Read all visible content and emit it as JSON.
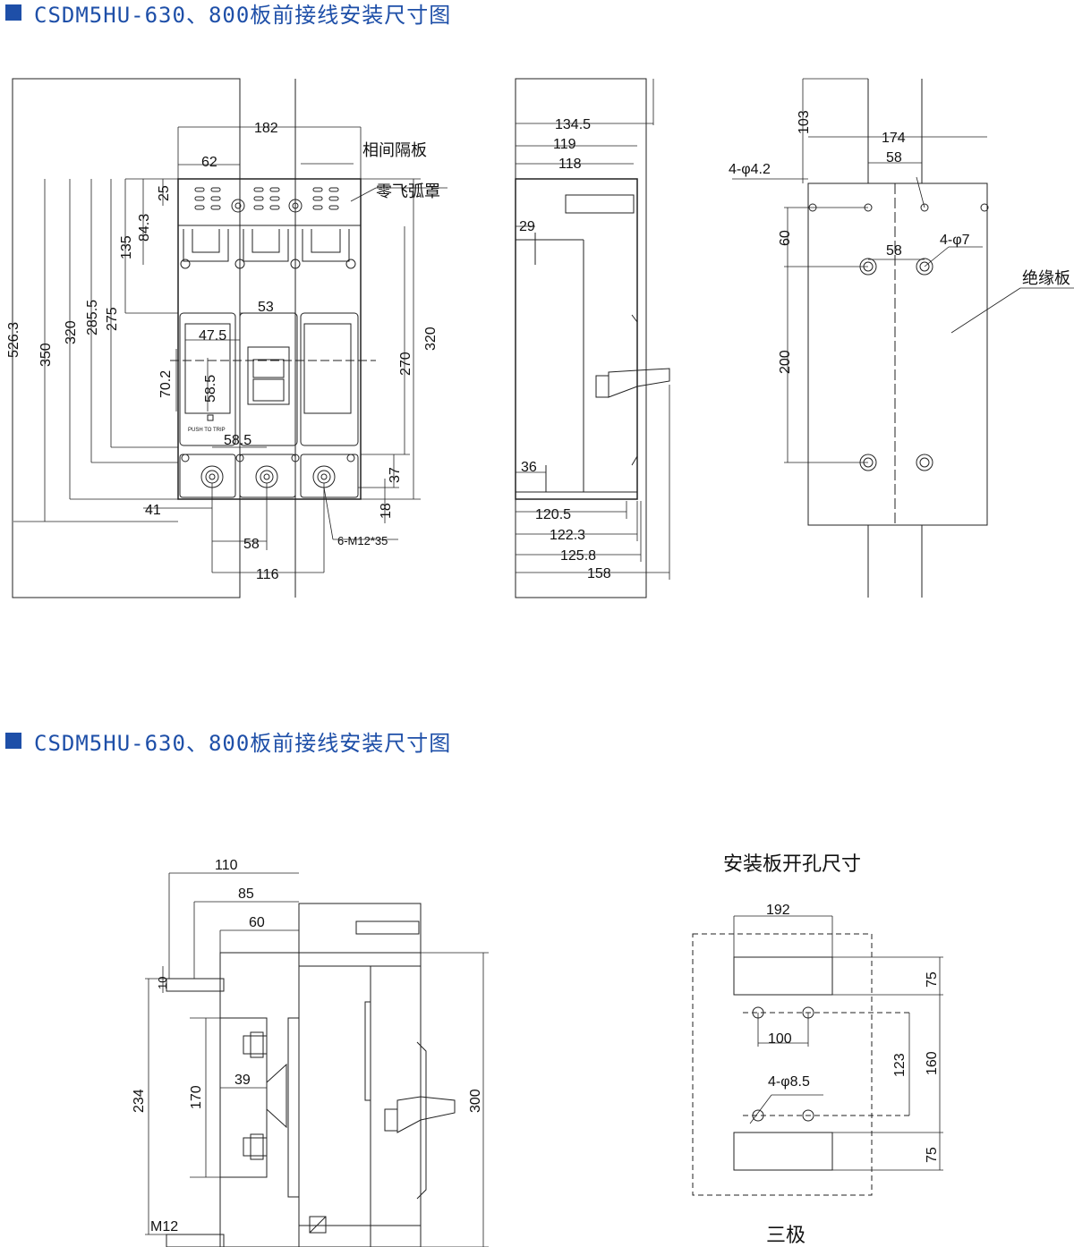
{
  "title_top": "CSDM5HU-630、800板前接线安装尺寸图",
  "title_bottom": "CSDM5HU-630、800板前接线安装尺寸图",
  "accent_color": "#1e4fa8",
  "front_view": {
    "dims": {
      "w182": "182",
      "w62": "62",
      "d25": "25",
      "d84_3": "84.3",
      "d135": "135",
      "h526_3": "526.3",
      "h350": "350",
      "h320": "320",
      "h285_5": "285.5",
      "h275": "275",
      "w53": "53",
      "w47_5": "47.5",
      "h70_2": "70.2",
      "h58_5": "58.5",
      "w58_5": "58.5",
      "h270": "270",
      "h320r": "320",
      "d37": "37",
      "d18": "18",
      "w41": "41",
      "w58": "58",
      "w116": "116"
    },
    "labels": {
      "barrier": "相间隔板",
      "arc_cover": "零飞弧罩",
      "bolt": "6-M12*35",
      "push": "PUSH TO TRIP"
    }
  },
  "side_view": {
    "dims": {
      "d134_5": "134.5",
      "d119": "119",
      "d118": "118",
      "d29": "29",
      "d36": "36",
      "d120_5": "120.5",
      "d122_3": "122.3",
      "d125_8": "125.8",
      "d158": "158"
    }
  },
  "plate_view": {
    "dims": {
      "d103": "103",
      "d174": "174",
      "d58a": "58",
      "hole4_2": "4-φ4.2",
      "d60": "60",
      "d58b": "58",
      "hole7": "4-φ7",
      "d200": "200"
    },
    "labels": {
      "insulation": "绝缘板"
    }
  },
  "rear_view": {
    "dims": {
      "d110": "110",
      "d85": "85",
      "d60": "60",
      "d10": "10",
      "d234": "234",
      "d170": "170",
      "d39": "39",
      "d300": "300",
      "m12": "M12"
    }
  },
  "cutout": {
    "title": "安装板开孔尺寸",
    "caption": "三极",
    "dims": {
      "d192": "192",
      "d75a": "75",
      "d100": "100",
      "d123": "123",
      "d160": "160",
      "hole8_5": "4-φ8.5",
      "d75b": "75"
    }
  }
}
